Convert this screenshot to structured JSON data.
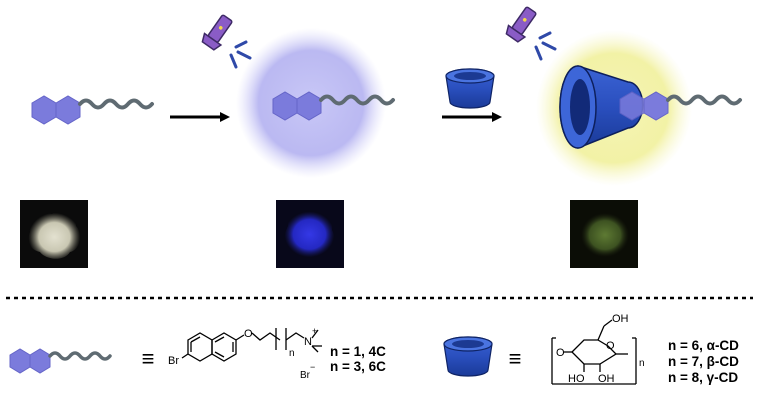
{
  "stages": [
    {
      "photo_color": "#d8d6c4",
      "glow": "none"
    },
    {
      "photo_color": "#2a2fd8",
      "glow": "#b9b8f2"
    },
    {
      "photo_color": "#4f6a2a",
      "glow": "#f2f2a6"
    }
  ],
  "colors": {
    "naphthalene": "#7b7bdc",
    "naphthalene_dark": "#5858b8",
    "chain": "#5f6b72",
    "cyclodextrin": "#2a4fbe",
    "cyclodextrin_dark": "#12307e",
    "flashlight": "#8a5cc6"
  },
  "legend": {
    "equiv_symbol": "≡",
    "guest": {
      "br_label": "Br",
      "o_label": "O",
      "n_label": "N",
      "plus_label": "+",
      "sub_n": "n",
      "counterion": "Br",
      "counterion_charge": "−",
      "entries": [
        "n = 1, 4C",
        "n = 3, 6C"
      ]
    },
    "host": {
      "oh_top": "OH",
      "o_ring": "O",
      "o_link": "O",
      "ho_1": "HO",
      "oh_2": "OH",
      "sub_n": "n",
      "entries": [
        "n = 6, α-CD",
        "n = 7, β-CD",
        "n = 8, γ-CD"
      ]
    }
  }
}
